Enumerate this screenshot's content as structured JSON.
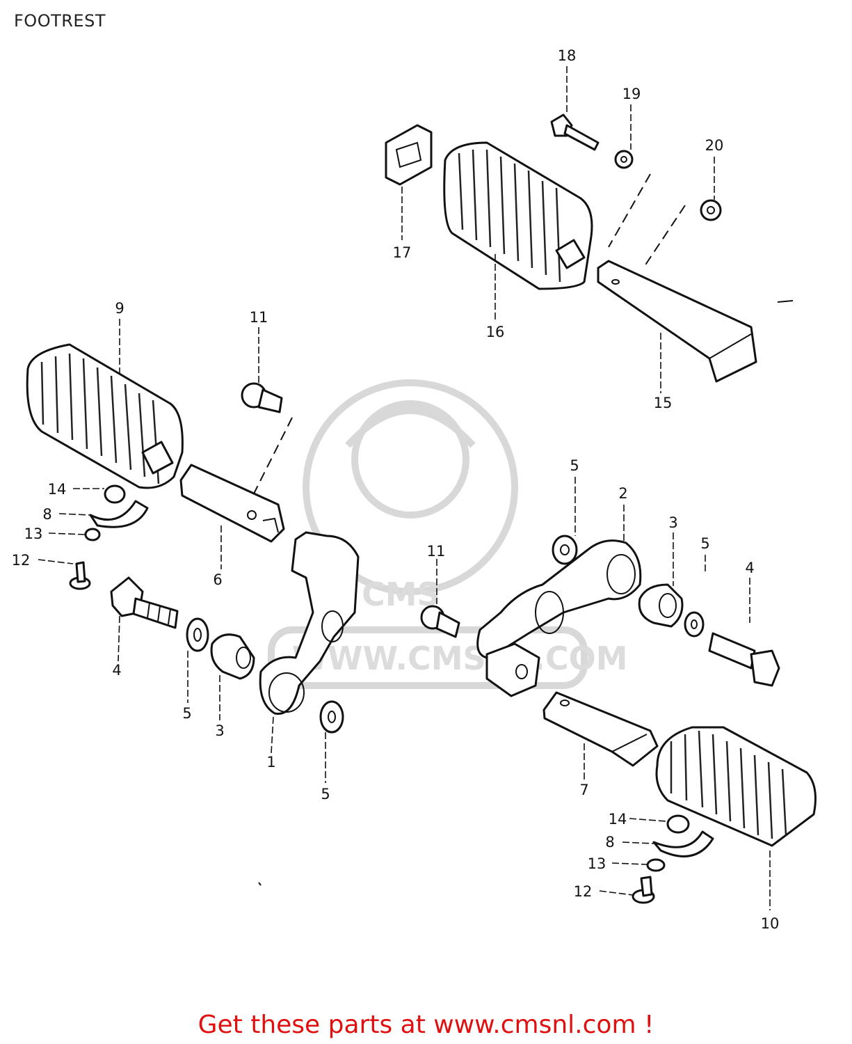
{
  "title": "FOOTREST",
  "footer": "Get these parts at www.cmsnl.com !",
  "watermark": {
    "logo": "CMS",
    "url": "WWW.CMSNL.COM"
  },
  "callouts": [
    {
      "num": "18"
    },
    {
      "num": "19"
    },
    {
      "num": "20"
    },
    {
      "num": "17"
    },
    {
      "num": "16"
    },
    {
      "num": "15"
    },
    {
      "num": "9"
    },
    {
      "num": "11"
    },
    {
      "num": "14"
    },
    {
      "num": "8"
    },
    {
      "num": "13"
    },
    {
      "num": "12"
    },
    {
      "num": "6"
    },
    {
      "num": "4"
    },
    {
      "num": "5"
    },
    {
      "num": "3"
    },
    {
      "num": "1"
    },
    {
      "num": "5"
    },
    {
      "num": "5"
    },
    {
      "num": "2"
    },
    {
      "num": "3"
    },
    {
      "num": "5"
    },
    {
      "num": "4"
    },
    {
      "num": "11"
    },
    {
      "num": "7"
    },
    {
      "num": "14"
    },
    {
      "num": "8"
    },
    {
      "num": "13"
    },
    {
      "num": "12"
    },
    {
      "num": "10"
    }
  ],
  "colors": {
    "footer": "#e01010",
    "line": "#111111",
    "watermark": "#d8d8d8"
  }
}
